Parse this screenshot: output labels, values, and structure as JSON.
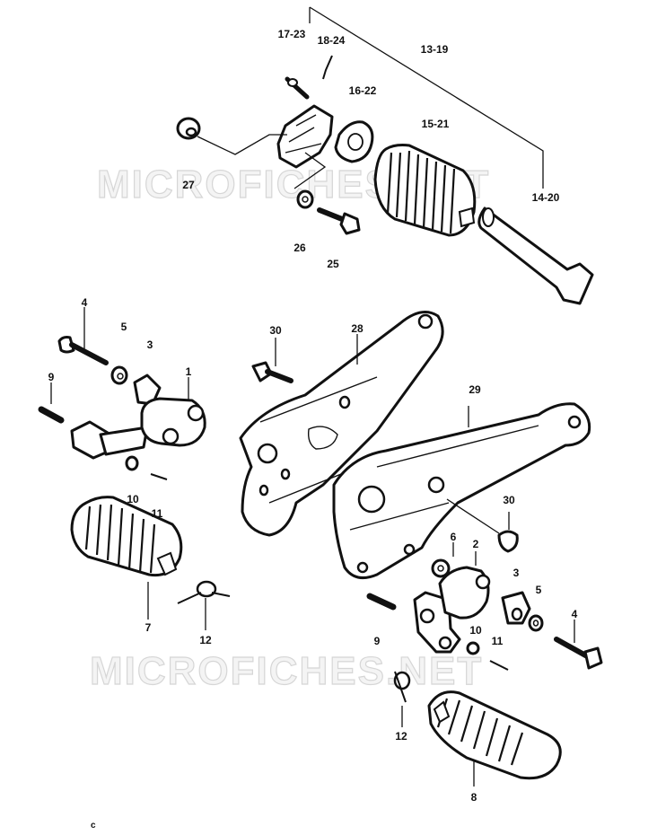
{
  "watermark": {
    "top": "MICROFICHES.NET",
    "bottom": "MICROFICHES.NET"
  },
  "footer_mark": "c",
  "callouts": {
    "c13_19": "13-19",
    "c17_23": "17-23",
    "c18_24": "18-24",
    "c16_22": "16-22",
    "c15_21": "15-21",
    "c14_20": "14-20",
    "c27": "27",
    "c26": "26",
    "c25": "25",
    "c4_left": "4",
    "c5_left": "5",
    "c3_left": "3",
    "c1": "1",
    "c9_left": "9",
    "c10_left": "10",
    "c11_left": "11",
    "c7": "7",
    "c12_left": "12",
    "c30_top": "30",
    "c28": "28",
    "c29": "29",
    "c30_right": "30",
    "c6": "6",
    "c2": "2",
    "c3_right": "3",
    "c5_right": "5",
    "c4_right": "4",
    "c9_right": "9",
    "c10_right": "10",
    "c11_right": "11",
    "c12_right": "12",
    "c8": "8"
  }
}
